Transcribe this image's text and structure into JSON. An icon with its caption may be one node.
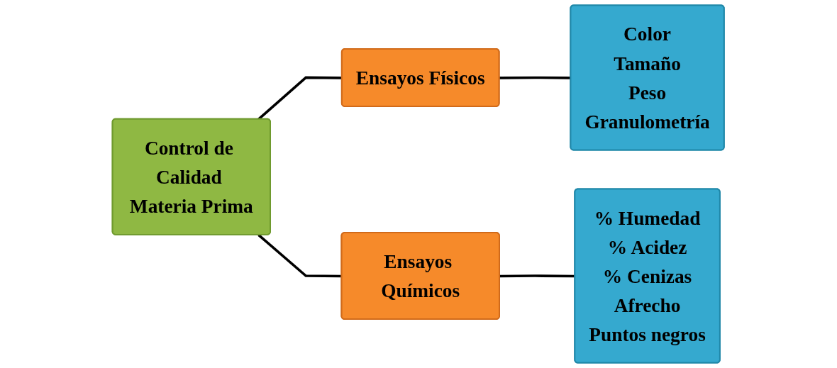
{
  "diagram": {
    "nodes": [
      {
        "text": [
          "Control de Calidad Materia Prima"
        ]
      },
      {
        "text": [
          "Ensayos Físicos"
        ]
      },
      {
        "text": [
          "Color",
          "Tamaño",
          "Peso",
          "Granulometría"
        ]
      },
      {
        "text": [
          "Ensayos Químicos"
        ]
      },
      {
        "text": [
          "% Humedad",
          "% Acidez",
          "% Cenizas",
          "Afrecho",
          "Puntos negros"
        ]
      }
    ],
    "edges": [
      {
        "from": 0,
        "to": 1,
        "arrow": "none"
      },
      {
        "from": 1,
        "to": 2,
        "arrow": "none"
      },
      {
        "from": 0,
        "to": 3,
        "arrow": "none"
      },
      {
        "from": 3,
        "to": 4,
        "arrow": "none"
      }
    ]
  }
}
